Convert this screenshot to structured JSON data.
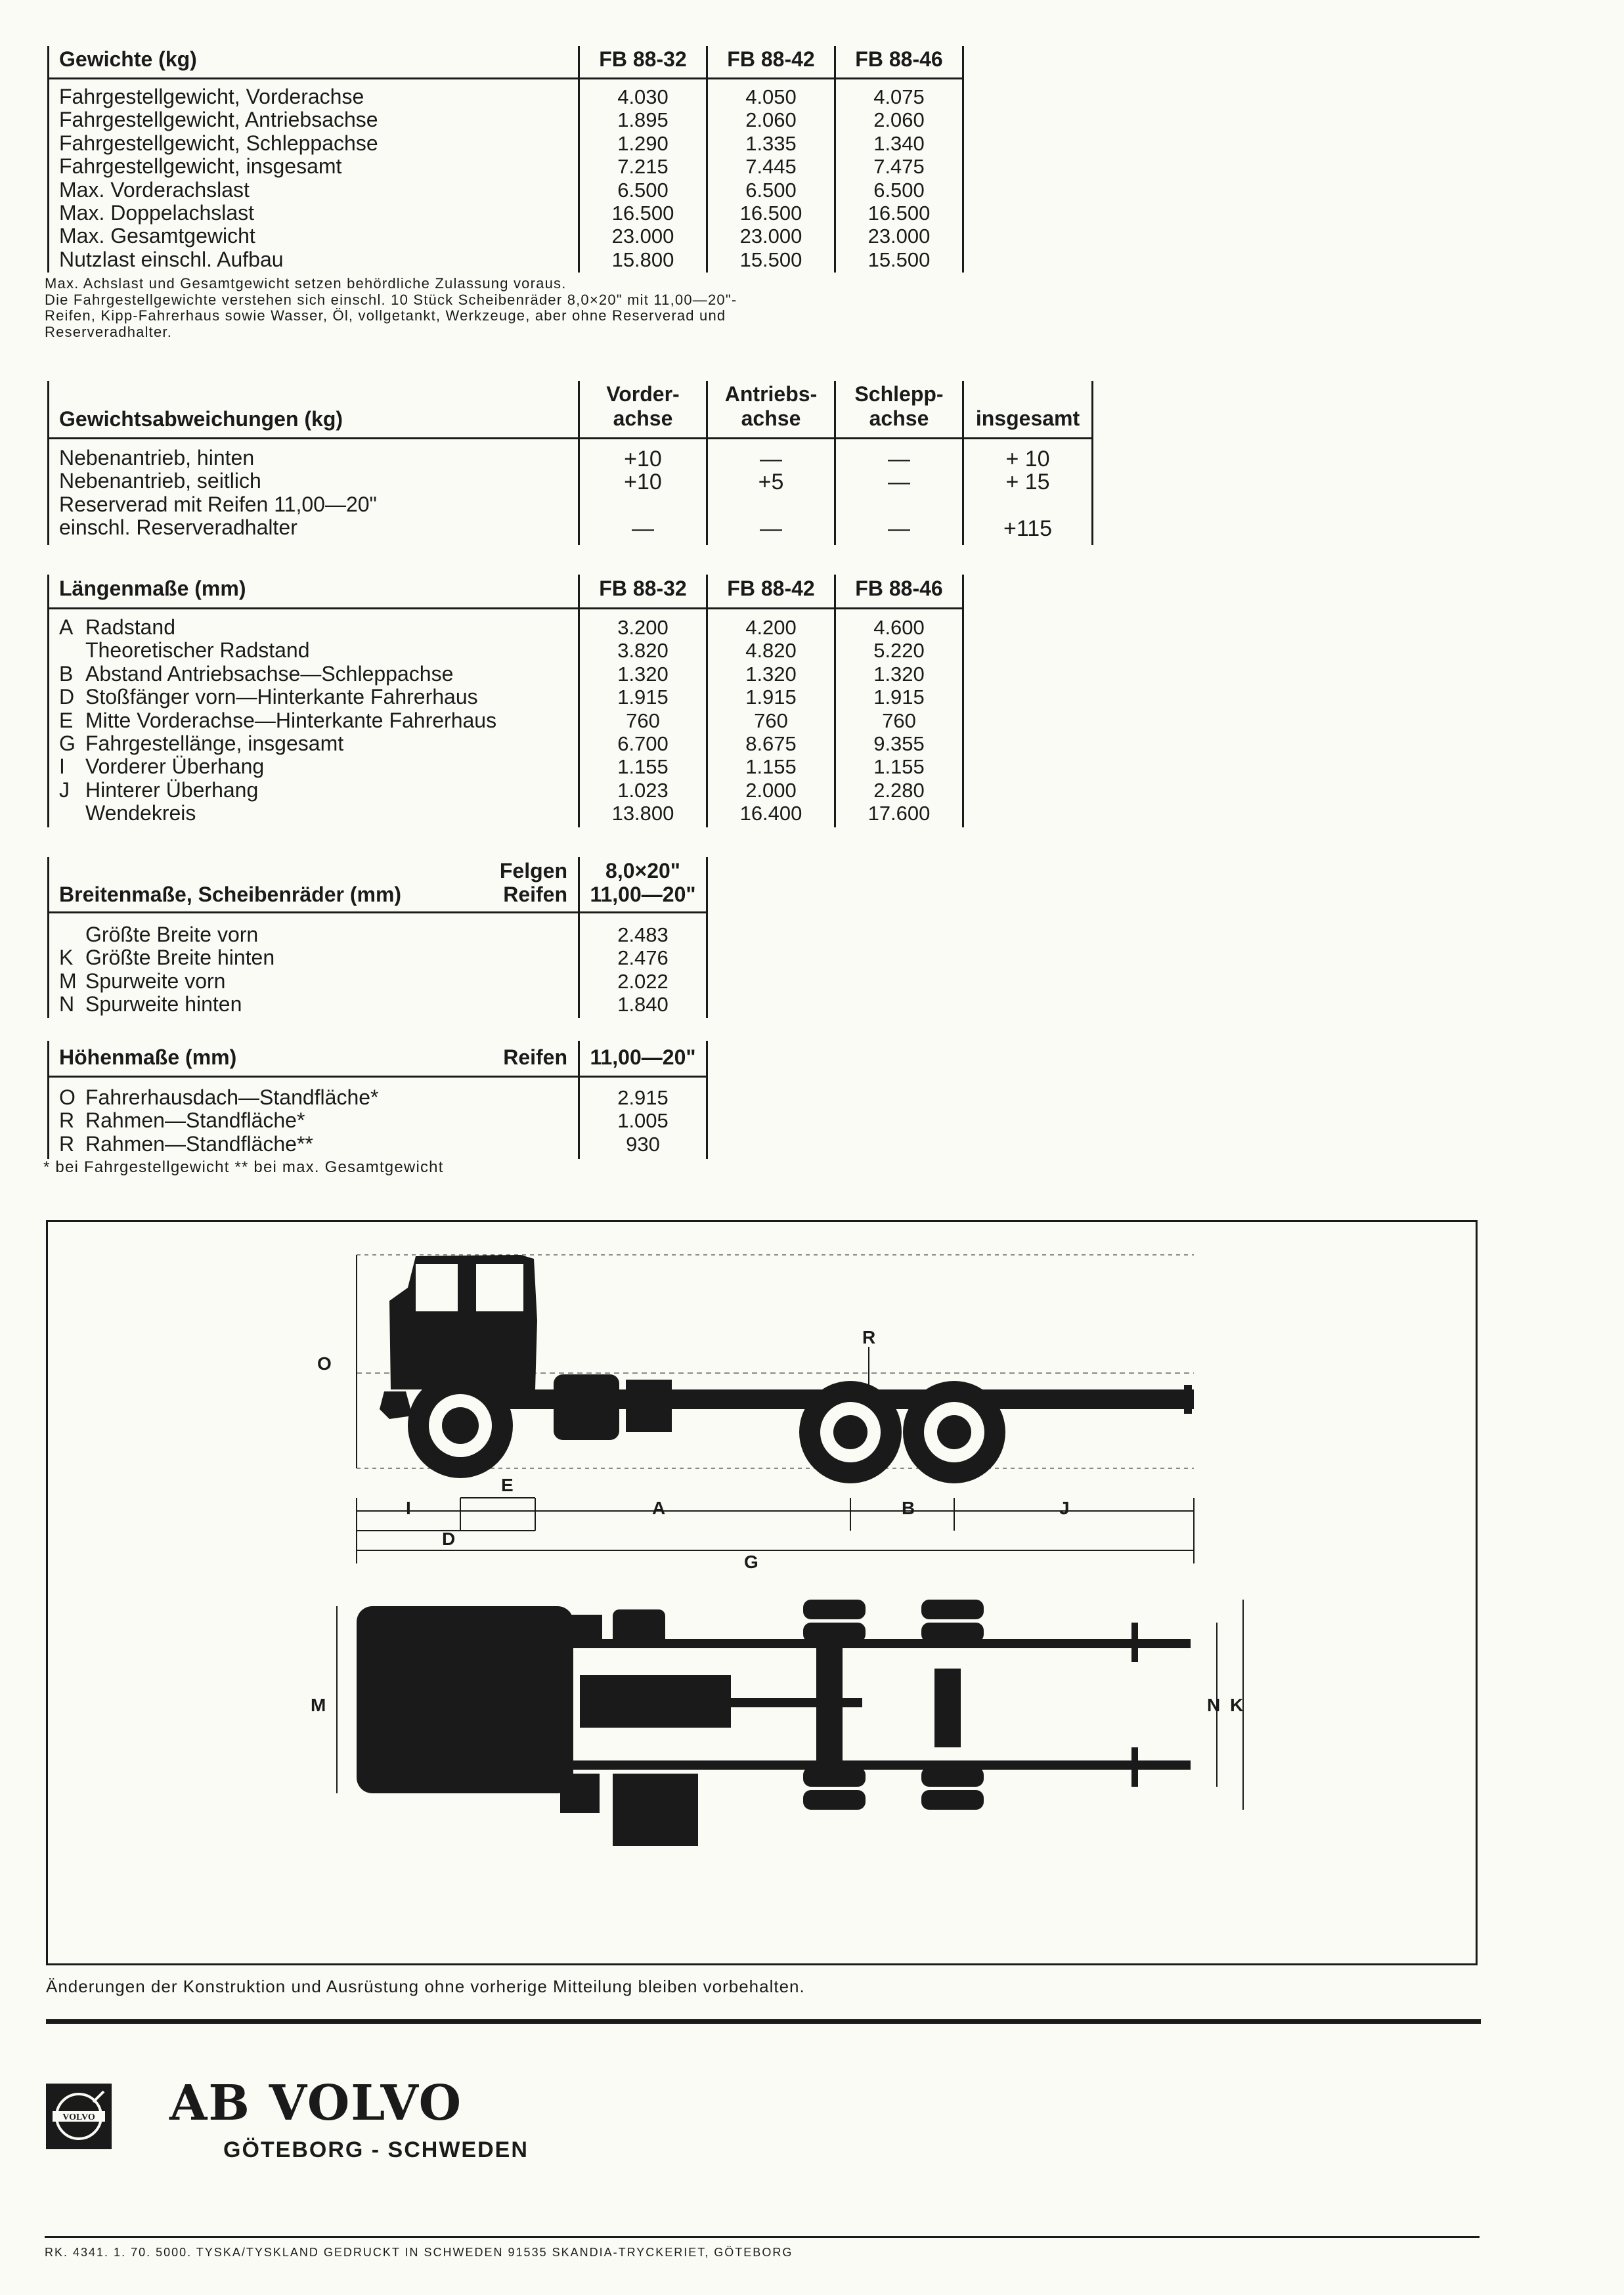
{
  "gewichte": {
    "title": "Gewichte (kg)",
    "columns": [
      "FB 88-32",
      "FB 88-42",
      "FB 88-46"
    ],
    "rows": [
      {
        "label": "Fahrgestellgewicht, Vorderachse",
        "v": [
          "4.030",
          "4.050",
          "4.075"
        ]
      },
      {
        "label": "Fahrgestellgewicht, Antriebsachse",
        "v": [
          "1.895",
          "2.060",
          "2.060"
        ]
      },
      {
        "label": "Fahrgestellgewicht, Schleppachse",
        "v": [
          "1.290",
          "1.335",
          "1.340"
        ]
      },
      {
        "label": "Fahrgestellgewicht, insgesamt",
        "v": [
          "7.215",
          "7.445",
          "7.475"
        ]
      },
      {
        "label": "Max. Vorderachslast",
        "v": [
          "6.500",
          "6.500",
          "6.500"
        ]
      },
      {
        "label": "Max. Doppelachslast",
        "v": [
          "16.500",
          "16.500",
          "16.500"
        ]
      },
      {
        "label": "Max. Gesamtgewicht",
        "v": [
          "23.000",
          "23.000",
          "23.000"
        ]
      },
      {
        "label": "Nutzlast einschl. Aufbau",
        "v": [
          "15.800",
          "15.500",
          "15.500"
        ]
      }
    ],
    "note_lines": [
      "Max. Achslast und Gesamtgewicht setzen behördliche Zulassung voraus.",
      "Die Fahrgestellgewichte verstehen sich einschl. 10 Stück Scheibenräder 8,0×20\" mit 11,00—20\"-",
      "Reifen, Kipp-Fahrerhaus sowie Wasser, Öl, vollgetankt, Werkzeuge, aber ohne Reserverad und",
      "Reserveradhalter."
    ]
  },
  "abweichungen": {
    "title": "Gewichtsabweichungen (kg)",
    "columns": [
      {
        "l1": "Vorder-",
        "l2": "achse"
      },
      {
        "l1": "Antriebs-",
        "l2": "achse"
      },
      {
        "l1": "Schlepp-",
        "l2": "achse"
      },
      {
        "l1": "",
        "l2": "insgesamt"
      }
    ],
    "rows": [
      {
        "label": "Nebenantrieb, hinten",
        "v": [
          "+10",
          "—",
          "—",
          "+ 10"
        ]
      },
      {
        "label": "Nebenantrieb, seitlich",
        "v": [
          "+10",
          "+5",
          "—",
          "+ 15"
        ]
      },
      {
        "label": "Reserverad mit Reifen 11,00—20\"",
        "v": [
          "",
          "",
          "",
          ""
        ]
      },
      {
        "label": "einschl. Reserveradhalter",
        "v": [
          "—",
          "—",
          "—",
          "+115"
        ]
      }
    ]
  },
  "laengen": {
    "title": "Längenmaße (mm)",
    "columns": [
      "FB 88-32",
      "FB 88-42",
      "FB 88-46"
    ],
    "rows": [
      {
        "key": "A",
        "label": "Radstand",
        "v": [
          "3.200",
          "4.200",
          "4.600"
        ]
      },
      {
        "key": "",
        "label": "Theoretischer Radstand",
        "v": [
          "3.820",
          "4.820",
          "5.220"
        ]
      },
      {
        "key": "B",
        "label": "Abstand Antriebsachse—Schleppachse",
        "v": [
          "1.320",
          "1.320",
          "1.320"
        ]
      },
      {
        "key": "D",
        "label": "Stoßfänger vorn—Hinterkante Fahrerhaus",
        "v": [
          "1.915",
          "1.915",
          "1.915"
        ]
      },
      {
        "key": "E",
        "label": "Mitte Vorderachse—Hinterkante Fahrerhaus",
        "v": [
          "760",
          "760",
          "760"
        ]
      },
      {
        "key": "G",
        "label": "Fahrgestellänge, insgesamt",
        "v": [
          "6.700",
          "8.675",
          "9.355"
        ]
      },
      {
        "key": "I",
        "label": "Vorderer Überhang",
        "v": [
          "1.155",
          "1.155",
          "1.155"
        ]
      },
      {
        "key": "J",
        "label": "Hinterer Überhang",
        "v": [
          "1.023",
          "2.000",
          "2.280"
        ]
      },
      {
        "key": "",
        "label": "Wendekreis",
        "v": [
          "13.800",
          "16.400",
          "17.600"
        ]
      }
    ]
  },
  "breiten": {
    "title": "Breitenmaße, Scheibenräder (mm)",
    "felgen_label": "Felgen",
    "felgen_value": "8,0×20\"",
    "reifen_label": "Reifen",
    "reifen_value": "11,00—20\"",
    "rows": [
      {
        "key": "",
        "label": "Größte Breite vorn",
        "v": "2.483"
      },
      {
        "key": "K",
        "label": "Größte Breite hinten",
        "v": "2.476"
      },
      {
        "key": "M",
        "label": "Spurweite vorn",
        "v": "2.022"
      },
      {
        "key": "N",
        "label": "Spurweite hinten",
        "v": "1.840"
      }
    ]
  },
  "hoehen": {
    "title": "Höhenmaße (mm)",
    "reifen_label": "Reifen",
    "reifen_value": "11,00—20\"",
    "rows": [
      {
        "key": "O",
        "label": "Fahrerhausdach—Standfläche*",
        "v": "2.915"
      },
      {
        "key": "R",
        "label": "Rahmen—Standfläche*",
        "v": "1.005"
      },
      {
        "key": "R",
        "label": "Rahmen—Standfläche**",
        "v": "930"
      }
    ],
    "footnote": "* bei Fahrgestellgewicht  ** bei max. Gesamtgewicht"
  },
  "diagram": {
    "labels": {
      "O": "O",
      "R": "R",
      "E": "E",
      "I": "I",
      "A": "A",
      "B": "B",
      "J": "J",
      "D": "D",
      "G": "G",
      "M": "M",
      "N": "N",
      "K": "K"
    }
  },
  "disclaimer": "Änderungen der Konstruktion und Ausrüstung ohne vorherige Mitteilung bleiben vorbehalten.",
  "brand": {
    "logo_text": "VOLVO",
    "name": "AB VOLVO",
    "city": "GÖTEBORG - SCHWEDEN"
  },
  "print_line": "RK. 4341. 1. 70. 5000.   TYSKA/TYSKLAND   GEDRUCKT IN SCHWEDEN   91535 SKANDIA-TRYCKERIET, GÖTEBORG"
}
